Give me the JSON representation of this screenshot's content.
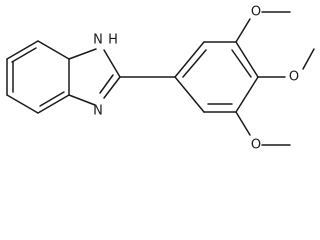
{
  "structure": {
    "atom_labels": {
      "nh": "N\nH",
      "n": "N",
      "o_top": "O",
      "o_mid": "O",
      "o_bot": "O"
    }
  }
}
